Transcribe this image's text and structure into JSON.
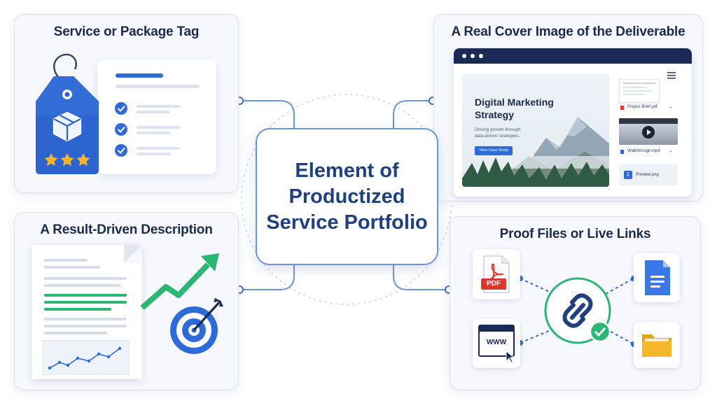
{
  "center": {
    "line1": "Element of",
    "line2": "Productized",
    "line3": "Service Portfolio"
  },
  "cards": {
    "tag": {
      "title": "Service or Package Tag"
    },
    "cover": {
      "title": "A Real Cover Image of the Deliverable",
      "hero_title_line1": "Digital Marketing",
      "hero_title_line2": "Strategy",
      "hero_sub_line1": "Driving growth through",
      "hero_sub_line2": "data-driven strategies.",
      "hero_button": "View Case Study",
      "files": [
        "Project Brief.pdf",
        "Walkthrough.mp4",
        "Preview.png"
      ]
    },
    "description": {
      "title": "A Result-Driven Description"
    },
    "proof": {
      "title": "Proof Files or Live Links",
      "pdf_label": "PDF",
      "www_label": "WWW"
    }
  },
  "colors": {
    "accent_blue": "#2f6bd8",
    "tag_blue": "#2d64d0",
    "navy": "#1c2b4d",
    "green": "#2bb673",
    "pdf_red": "#d93a2f",
    "folder_yellow": "#f6b52a"
  }
}
